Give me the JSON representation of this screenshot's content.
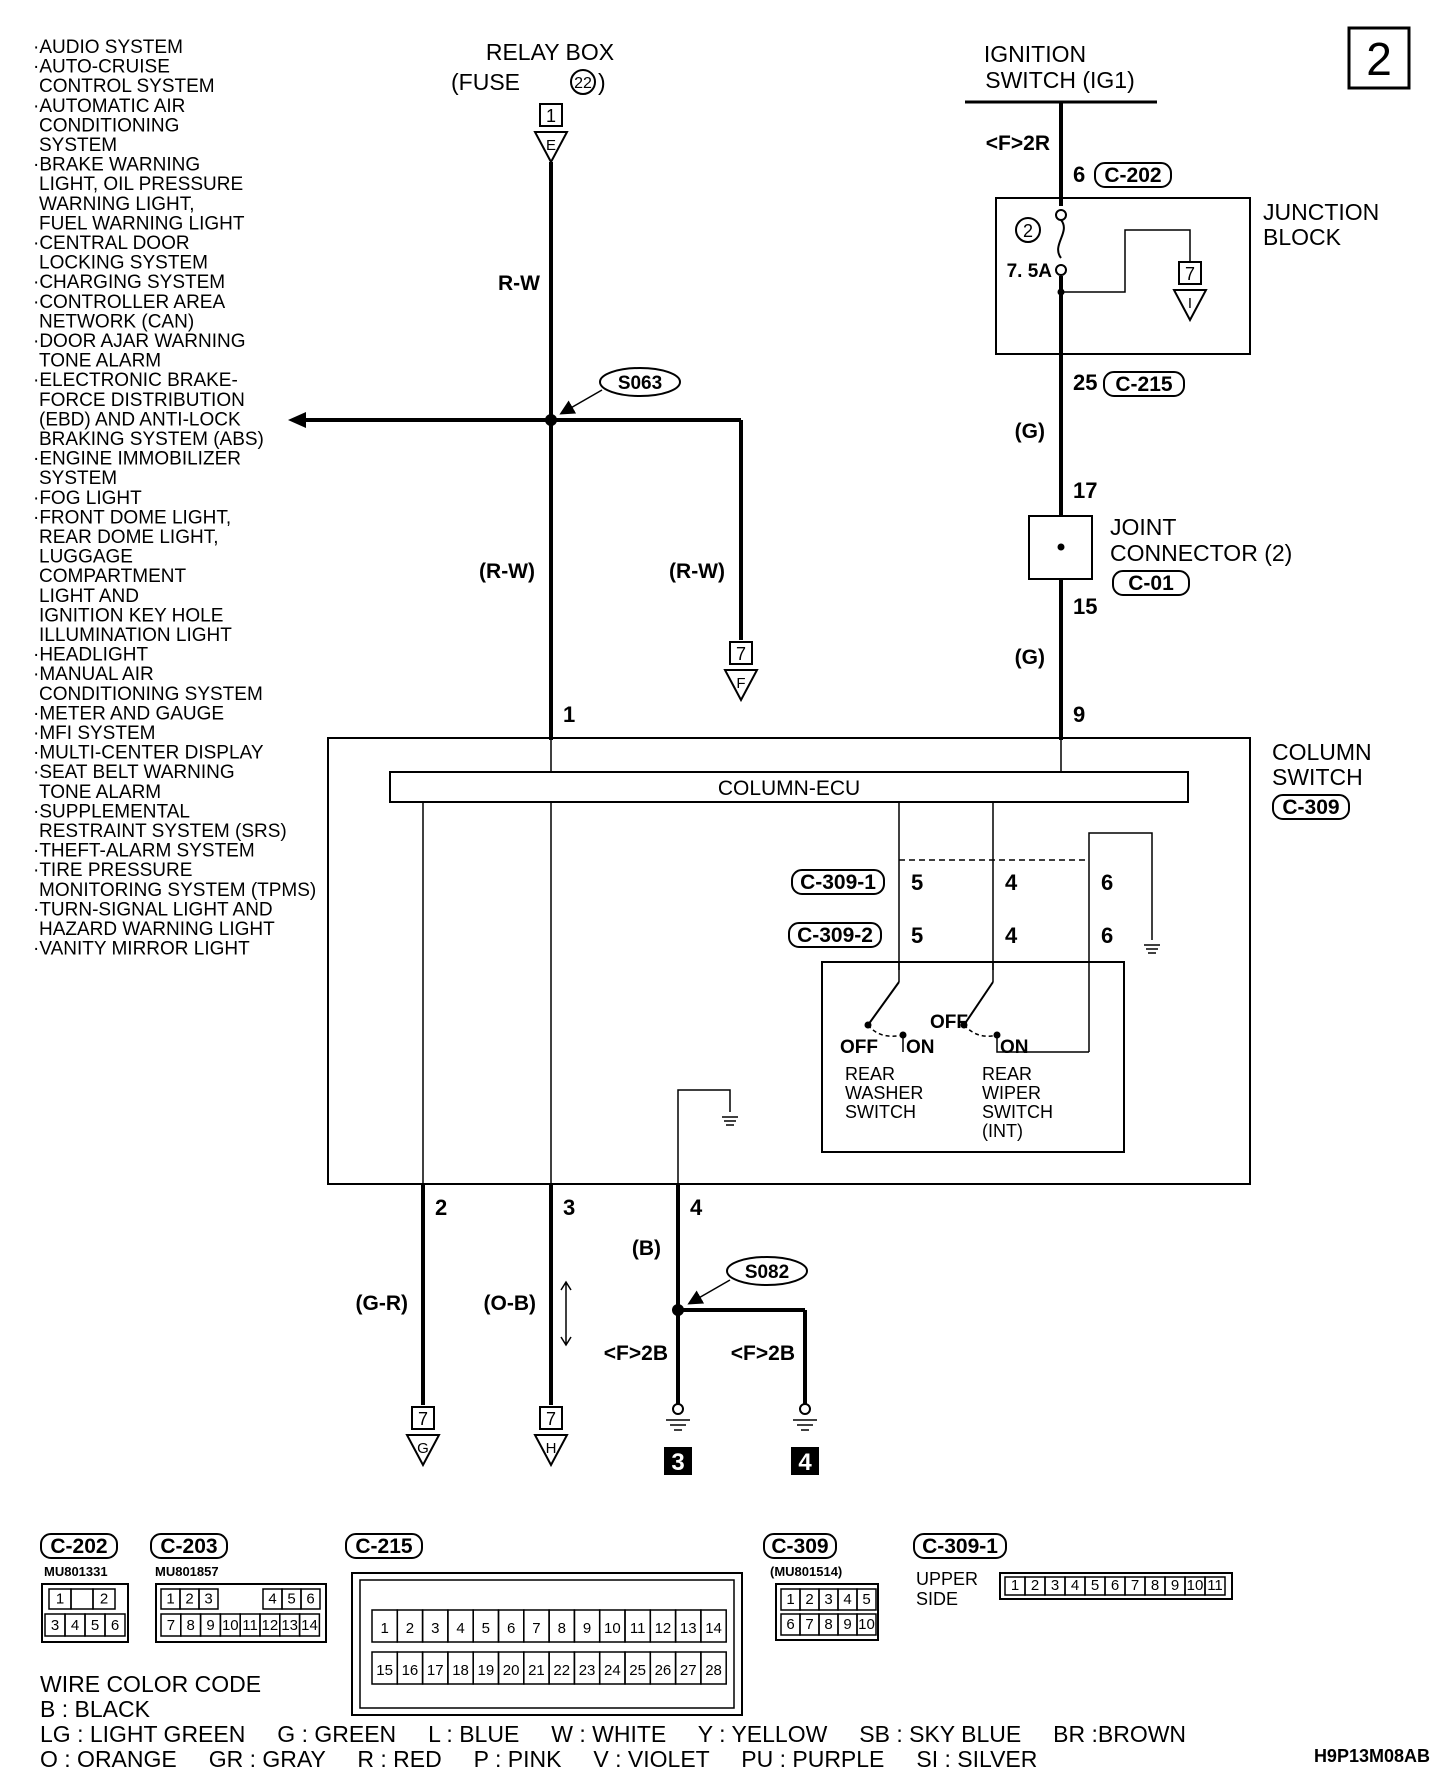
{
  "page_number": "2",
  "diagram_code": "H9P13M08AB",
  "systems": [
    "·AUDIO SYSTEM",
    "·AUTO-CRUISE",
    "CONTROL SYSTEM",
    "·AUTOMATIC AIR",
    "CONDITIONING",
    "SYSTEM",
    "·BRAKE WARNING",
    "LIGHT, OIL PRESSURE",
    "WARNING LIGHT,",
    "FUEL WARNING LIGHT",
    "·CENTRAL DOOR",
    "LOCKING SYSTEM",
    "·CHARGING SYSTEM",
    "·CONTROLLER AREA",
    "NETWORK (CAN)",
    "·DOOR AJAR WARNING",
    "TONE ALARM",
    "·ELECTRONIC BRAKE-",
    "FORCE DISTRIBUTION",
    "(EBD) AND ANTI-LOCK",
    "BRAKING SYSTEM (ABS)",
    "·ENGINE IMMOBILIZER",
    "SYSTEM",
    "·FOG LIGHT",
    "·FRONT DOME LIGHT,",
    "REAR DOME LIGHT,",
    "LUGGAGE",
    "COMPARTMENT",
    "LIGHT AND",
    "IGNITION KEY HOLE",
    "ILLUMINATION LIGHT",
    "·HEADLIGHT",
    "·MANUAL AIR",
    "CONDITIONING SYSTEM",
    "·METER AND GAUGE",
    "·MFI SYSTEM",
    "·MULTI-CENTER DISPLAY",
    "·SEAT BELT WARNING",
    "TONE ALARM",
    "·SUPPLEMENTAL",
    "RESTRAINT SYSTEM (SRS)",
    "·THEFT-ALARM SYSTEM",
    "·TIRE PRESSURE",
    "MONITORING SYSTEM (TPMS)",
    "·TURN-SIGNAL LIGHT AND",
    "HAZARD WARNING LIGHT",
    "·VANITY MIRROR LIGHT"
  ],
  "relay_box": {
    "line1": "RELAY BOX",
    "line2a": "(FUSE",
    "fuse": "22",
    "line2b": ")",
    "ref_num": "1",
    "ref_letter": "E"
  },
  "ignition": {
    "line1": "IGNITION",
    "line2": "SWITCH (IG1)",
    "ref": "<F>2R"
  },
  "junction_block": {
    "line1": "JUNCTION",
    "line2": "BLOCK",
    "fuse_no": "2",
    "fuse_rating": "7. 5A",
    "in_pin": "6",
    "in_conn": "C-202",
    "out_pin": "25",
    "out_conn": "C-215",
    "ref_num": "7",
    "ref_letter": "I"
  },
  "joint_connector": {
    "line1": "JOINT",
    "line2": "CONNECTOR (2)",
    "conn": "C-01",
    "in_pin": "17",
    "out_pin": "15"
  },
  "splices": {
    "s063": "S063",
    "s082": "S082"
  },
  "wires": {
    "rw": "R-W",
    "rw_paren": "(R-W)",
    "g": "(G)",
    "gr": "(G-R)",
    "ob": "(O-B)",
    "b": "(B)"
  },
  "connector_ref_f": {
    "num": "7",
    "letter": "F"
  },
  "column_switch": {
    "line1": "COLUMN",
    "line2": "SWITCH",
    "conn": "C-309",
    "ecu_label": "COLUMN-ECU",
    "pin_rw": "1",
    "pin_g": "9",
    "bottom_pins": [
      "2",
      "3",
      "4"
    ],
    "c3091": "C-309-1",
    "c3092": "C-309-2",
    "switch_pins": [
      "5",
      "4",
      "6"
    ],
    "off": "OFF",
    "on": "ON",
    "washer": [
      "REAR",
      "WASHER",
      "SWITCH"
    ],
    "wiper": [
      "REAR",
      "WIPER",
      "SWITCH",
      "(INT)"
    ]
  },
  "outputs": {
    "g_ref": {
      "num": "7",
      "letter": "G"
    },
    "h_ref": {
      "num": "7",
      "letter": "H"
    },
    "ground_ref": "<F>2B",
    "ground_3": "3",
    "ground_4": "4"
  },
  "connectors": {
    "c202": {
      "name": "C-202",
      "part": "MU801331",
      "row1": [
        "1",
        "",
        "2"
      ],
      "row2": [
        "3",
        "4",
        "5",
        "6"
      ]
    },
    "c203": {
      "name": "C-203",
      "part": "MU801857",
      "row1": [
        "1",
        "2",
        "3",
        "4",
        "5",
        "6"
      ],
      "row2": [
        "7",
        "8",
        "9",
        "10",
        "11",
        "12",
        "13",
        "14"
      ]
    },
    "c215": {
      "name": "C-215",
      "row1": [
        "1",
        "2",
        "3",
        "4",
        "5",
        "6",
        "7",
        "8",
        "9",
        "10",
        "11",
        "12",
        "13",
        "14"
      ],
      "row2": [
        "15",
        "16",
        "17",
        "18",
        "19",
        "20",
        "21",
        "22",
        "23",
        "24",
        "25",
        "26",
        "27",
        "28"
      ]
    },
    "c309": {
      "name": "C-309",
      "part": "(MU801514)",
      "row1": [
        "1",
        "2",
        "3",
        "4",
        "5"
      ],
      "row2": [
        "6",
        "7",
        "8",
        "9",
        "10"
      ]
    },
    "c3091": {
      "name": "C-309-1",
      "side1": "UPPER",
      "side2": "SIDE",
      "row": [
        "1",
        "2",
        "3",
        "4",
        "5",
        "6",
        "7",
        "8",
        "9",
        "10",
        "11"
      ]
    }
  },
  "wire_color_code": {
    "title": "WIRE COLOR CODE",
    "line1": "B : BLACK",
    "line2": "LG : LIGHT GREEN     G : GREEN     L : BLUE     W : WHITE     Y : YELLOW     SB : SKY BLUE     BR :BROWN",
    "line3": "O : ORANGE     GR : GRAY     R : RED     P : PINK     V : VIOLET     PU : PURPLE     SI : SILVER"
  }
}
